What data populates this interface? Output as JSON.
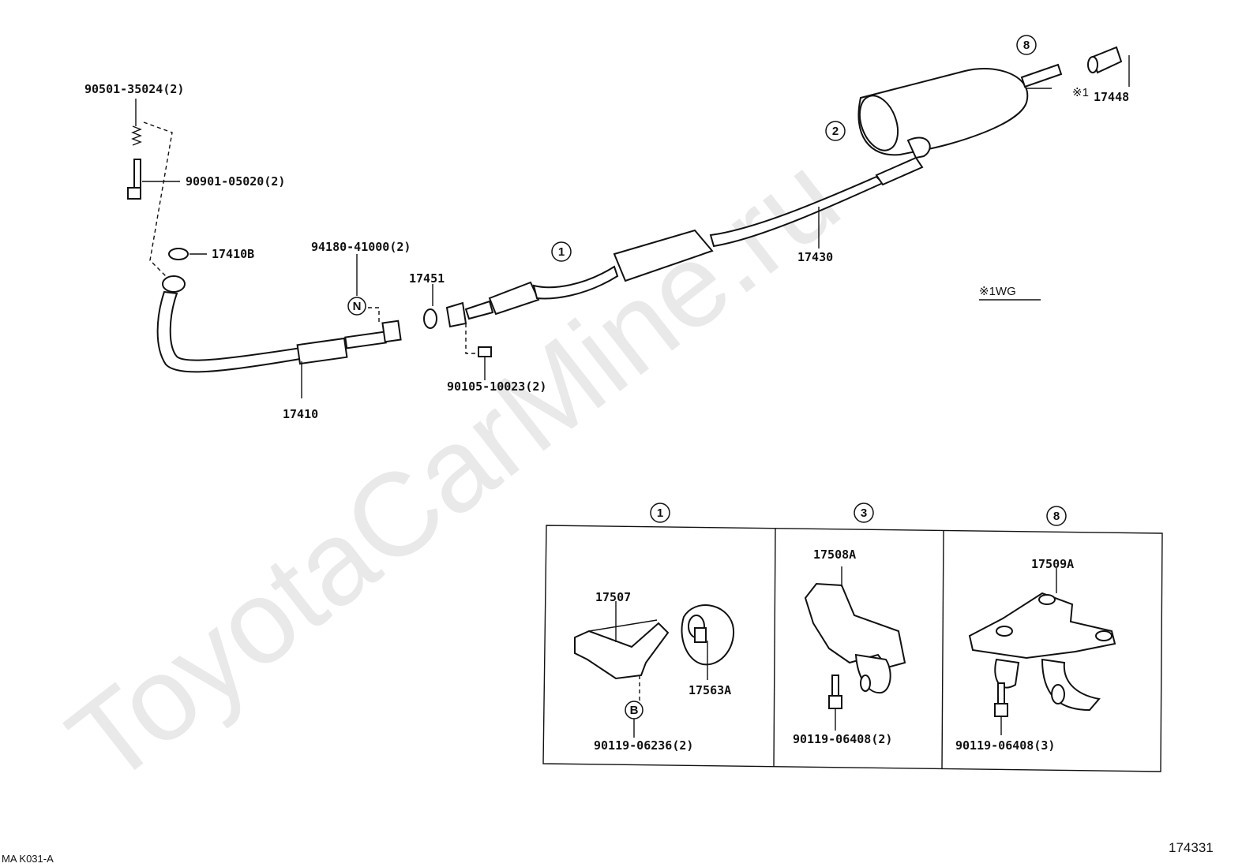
{
  "watermark": "ToyotaCarMine.ru",
  "diagram_code": "MA K031-A",
  "figure_number": "174331",
  "callouts": {
    "c1": "1",
    "c2": "2",
    "c3": "3",
    "c8": "8",
    "n": "N",
    "b": "B"
  },
  "note_mark": "※1WG",
  "parts": {
    "p90501": "90501-35024(2)",
    "p90901": "90901-05020(2)",
    "p17410B": "17410B",
    "p94180": "94180-41000(2)",
    "p17451": "17451",
    "p90105": "90105-10023(2)",
    "p17410": "17410",
    "p17430": "17430",
    "p17448": "17448",
    "p17448_mark": "※1",
    "p17507": "17507",
    "p17563A": "17563A",
    "p90119_06236": "90119-06236(2)",
    "p17508A": "17508A",
    "p90119_06408_2": "90119-06408(2)",
    "p17509A": "17509A",
    "p90119_06408_3": "90119-06408(3)"
  }
}
